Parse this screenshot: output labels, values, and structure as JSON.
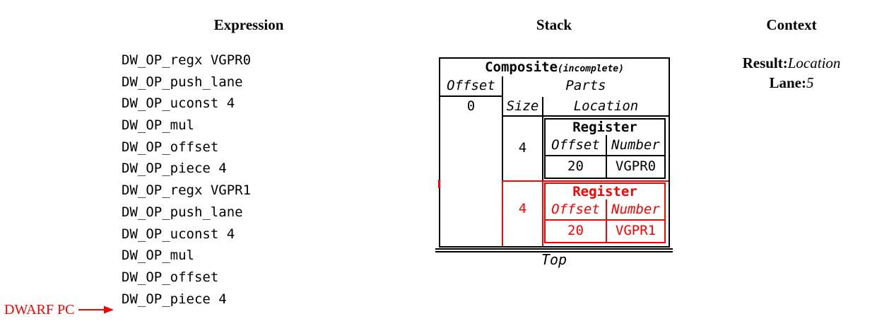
{
  "expression": {
    "title": "Expression",
    "items": [
      "DW_OP_regx VGPR0",
      "DW_OP_push_lane",
      "DW_OP_uconst 4",
      "DW_OP_mul",
      "DW_OP_offset",
      "DW_OP_piece 4",
      "DW_OP_regx VGPR1",
      "DW_OP_push_lane",
      "DW_OP_uconst 4",
      "DW_OP_mul",
      "DW_OP_offset",
      "DW_OP_piece 4"
    ],
    "pc_label": "DWARF PC"
  },
  "stack": {
    "title": "Stack",
    "top_label": "Top",
    "composite": {
      "title": "Composite",
      "qualifier": "(incomplete)",
      "offset_header": "Offset",
      "offset_value": "0",
      "parts_header": "Parts",
      "size_header": "Size",
      "location_header": "Location",
      "parts": [
        {
          "size": "4",
          "highlight": false,
          "register": {
            "title": "Register",
            "offset_header": "Offset",
            "number_header": "Number",
            "offset_value": "20",
            "number_value": "VGPR0"
          }
        },
        {
          "size": "4",
          "highlight": true,
          "register": {
            "title": "Register",
            "offset_header": "Offset",
            "number_header": "Number",
            "offset_value": "20",
            "number_value": "VGPR1"
          }
        }
      ]
    }
  },
  "context": {
    "title": "Context",
    "result_label": "Result:",
    "result_value": "Location",
    "lane_label": "Lane:",
    "lane_value": "5"
  },
  "colors": {
    "highlight": "#ff0000",
    "text": "#000000"
  }
}
